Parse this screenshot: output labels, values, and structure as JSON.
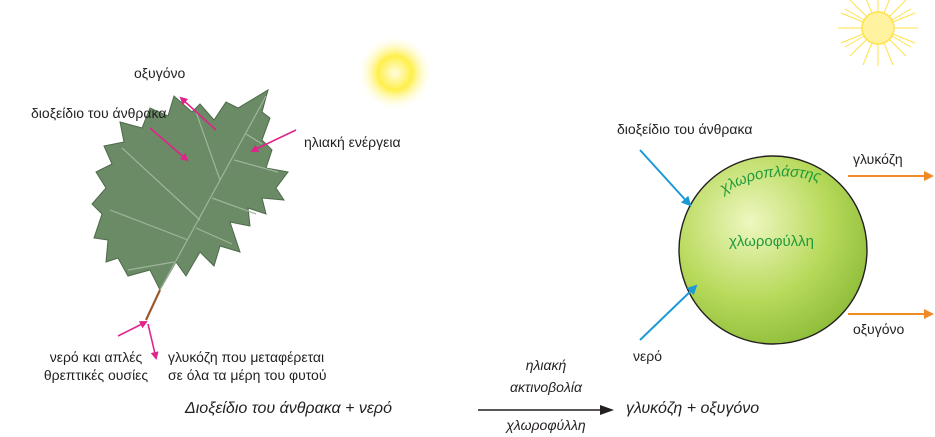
{
  "leaf_diagram": {
    "labels": {
      "oxygen": "οξυγόνο",
      "carbon_dioxide": "διοξείδιο του άνθρακα",
      "solar_energy": "ηλιακή ενέργεια",
      "water_nutrients_line1": "νερό και απλές",
      "water_nutrients_line2": "θρεπτικές ουσίες",
      "glucose_line1": "γλυκόζη που μεταφέρεται",
      "glucose_line2": "σε όλα τα μέρη του φυτού"
    }
  },
  "chloroplast_diagram": {
    "labels": {
      "carbon_dioxide": "διοξείδιο του άνθρακα",
      "chloroplast": "χλωροπλάστης",
      "chlorophyll": "χλωροφύλλη",
      "glucose": "γλυκόζη",
      "oxygen": "οξυγόνο",
      "water": "νερό"
    }
  },
  "equation": {
    "reactants": "Διοξείδιο του άνθρακα + νερό",
    "condition_line1": "ηλιακή",
    "condition_line2": "ακτινοβολία",
    "condition_below": "χλωροφύλλη",
    "products": "γλυκόζη + οξυγόνο"
  },
  "colors": {
    "magenta_arrow": "#e0238a",
    "blue_arrow": "#1d9ad6",
    "orange_arrow": "#f08a24",
    "leaf": "#6b8a66",
    "chloroplast": "#a6cf4a",
    "sun": "#ffe65a",
    "label_green": "#1f9a3a"
  }
}
